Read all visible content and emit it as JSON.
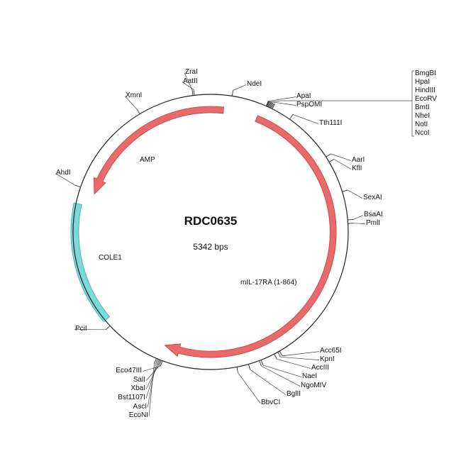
{
  "plasmid": {
    "name": "RDC0635",
    "size_label": "5342 bps",
    "length_bp": 5342
  },
  "colors": {
    "backbone": "#222222",
    "arrow_fill": "#e86a6a",
    "arrow_stroke": "#c84848",
    "ori_fill": "#7ed8d8",
    "ori_stroke": "#46b4b4",
    "leader": "#444444"
  },
  "features": [
    {
      "name": "mIL-17RA (1-864)",
      "type": "arrow",
      "start_deg": 22,
      "end_deg": 202,
      "direction": "cw",
      "color": "arrow_fill"
    },
    {
      "name": "AMP",
      "type": "arrow",
      "start_deg": 6,
      "end_deg": 288,
      "direction": "ccw",
      "color": "arrow_fill"
    },
    {
      "name": "COLE1",
      "type": "box",
      "start_deg": 230,
      "end_deg": 282,
      "color": "ori_fill"
    }
  ],
  "sites": [
    {
      "name": "ZraI",
      "deg": 352.6
    },
    {
      "name": "AatII",
      "deg": 353.2
    },
    {
      "name": "NdeI",
      "deg": 9
    },
    {
      "name": "ApaI",
      "deg": 24.0
    },
    {
      "name": "PspOMI",
      "deg": 24.6
    },
    {
      "name": "BmgBI",
      "deg": 23.8
    },
    {
      "name": "HpaI",
      "deg": 24.2
    },
    {
      "name": "HindIII",
      "deg": 24.6
    },
    {
      "name": "EcoRV",
      "deg": 25.0
    },
    {
      "name": "BmtI",
      "deg": 25.4
    },
    {
      "name": "NheI",
      "deg": 25.8
    },
    {
      "name": "NotI",
      "deg": 26.2
    },
    {
      "name": "NcoI",
      "deg": 26.6
    },
    {
      "name": "Tth111I",
      "deg": 35
    },
    {
      "name": "AarI",
      "deg": 57
    },
    {
      "name": "KflI",
      "deg": 59.5
    },
    {
      "name": "SexAI",
      "deg": 73
    },
    {
      "name": "BsaAI",
      "deg": 85
    },
    {
      "name": "PmlI",
      "deg": 86.5
    },
    {
      "name": "Acc65I",
      "deg": 150
    },
    {
      "name": "KpnI",
      "deg": 150.8
    },
    {
      "name": "AccIII",
      "deg": 152.5
    },
    {
      "name": "NaeI",
      "deg": 158.5
    },
    {
      "name": "NgoMIV",
      "deg": 159.3
    },
    {
      "name": "BglII",
      "deg": 164
    },
    {
      "name": "BbvCI",
      "deg": 169
    },
    {
      "name": "Eco47III",
      "deg": 200.5
    },
    {
      "name": "SalI",
      "deg": 201
    },
    {
      "name": "XbaI",
      "deg": 201.5
    },
    {
      "name": "Bst1107I",
      "deg": 202
    },
    {
      "name": "AscI",
      "deg": 202.6
    },
    {
      "name": "EcoNI",
      "deg": 203.2
    },
    {
      "name": "PciI",
      "deg": 227
    },
    {
      "name": "AhdI",
      "deg": 289
    },
    {
      "name": "XmnI",
      "deg": 329
    }
  ]
}
